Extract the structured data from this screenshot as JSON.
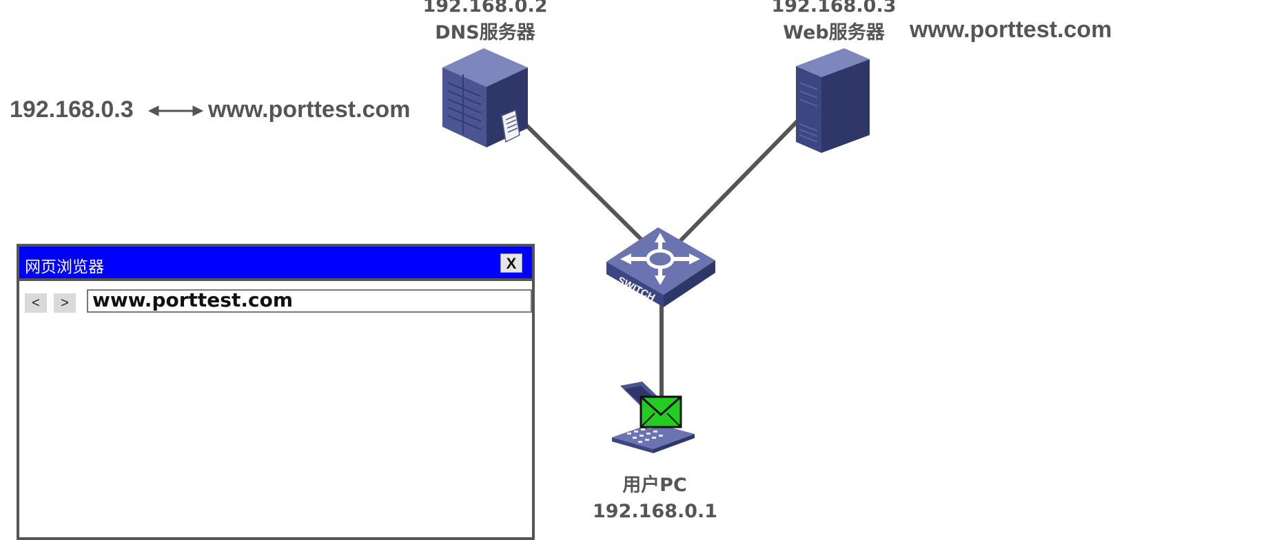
{
  "dns_mapping": {
    "ip": "192.168.0.3",
    "domain": "www.porttest.com"
  },
  "dns_server": {
    "ip": "192.168.0.2",
    "name": "DNS服务器"
  },
  "web_server": {
    "ip": "192.168.0.3",
    "name": "Web服务器",
    "domain": "www.porttest.com"
  },
  "switch_label": "SWITCH",
  "user_pc": {
    "name": "用户PC",
    "ip": "192.168.0.1"
  },
  "browser": {
    "title": "网页浏览器",
    "close_label": "X",
    "back_label": "<",
    "forward_label": ">",
    "url": "www.porttest.com"
  },
  "colors": {
    "device": "#4b5592",
    "link": "#555555",
    "browser_titlebar": "#0000ff",
    "envelope": "#22cc22"
  },
  "icons": [
    "dns-server-icon",
    "web-server-icon",
    "switch-icon",
    "laptop-icon",
    "envelope-icon",
    "double-arrow-icon"
  ]
}
